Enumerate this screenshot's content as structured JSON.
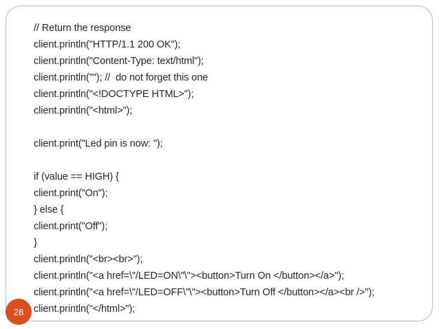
{
  "slide": {
    "number": "28",
    "badge_color": "#d9501e",
    "frame_border_color": "#b9b9b9",
    "background_color": "#ffffff",
    "text_color": "#242424"
  },
  "code": {
    "lines": [
      {
        "indent": 0,
        "text": "// Return the response"
      },
      {
        "indent": 1,
        "text": "client.println(\"HTTP/1.1 200 OK\");"
      },
      {
        "indent": 1,
        "text": "client.println(\"Content-Type: text/html\");"
      },
      {
        "indent": 1,
        "text": "client.println(\"\"); //  do not forget this one"
      },
      {
        "indent": 1,
        "text": "client.println(\"<!DOCTYPE HTML>\");"
      },
      {
        "indent": 1,
        "text": "client.println(\"<html>\");"
      },
      {
        "indent": 1,
        "text": ""
      },
      {
        "indent": 1,
        "text": "client.print(\"Led pin is now: \");"
      },
      {
        "indent": 1,
        "text": ""
      },
      {
        "indent": 1,
        "text": "if (value == HIGH) {"
      },
      {
        "indent": 2,
        "text": "client.print(\"On\");"
      },
      {
        "indent": 1,
        "text": "} else {"
      },
      {
        "indent": 2,
        "text": "client.print(\"Off\");"
      },
      {
        "indent": 1,
        "text": "}"
      },
      {
        "indent": 1,
        "text": "client.println(\"<br><br>\");"
      },
      {
        "indent": 1,
        "text": "client.println(\"<a href=\\\"/LED=ON\\\"\\\"><button>Turn On </button></a>\");"
      },
      {
        "indent": 1,
        "text": "client.println(\"<a href=\\\"/LED=OFF\\\"\\\"><button>Turn Off </button></a><br />\");"
      },
      {
        "indent": 1,
        "text": "client.println(\"</html>\");"
      }
    ]
  }
}
